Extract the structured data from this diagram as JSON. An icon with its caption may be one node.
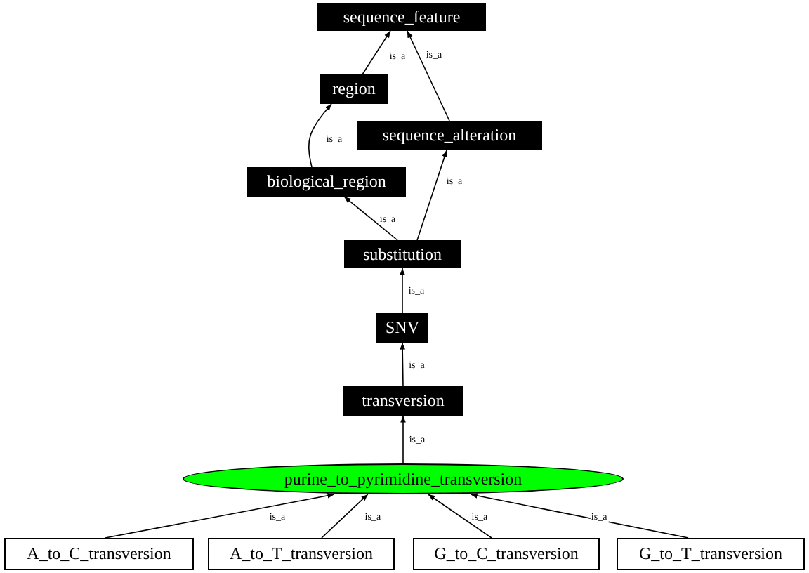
{
  "diagram": {
    "nodes": [
      {
        "text": [
          "sequence_feature"
        ]
      },
      {
        "text": [
          "region"
        ]
      },
      {
        "text": [
          "sequence_alteration"
        ]
      },
      {
        "text": [
          "biological_region"
        ]
      },
      {
        "text": [
          "substitution"
        ]
      },
      {
        "text": [
          "SNV"
        ]
      },
      {
        "text": [
          "transversion"
        ]
      },
      {
        "text": [
          "purine_to_pyrimidine_transversion"
        ]
      },
      {
        "text": [
          "A_to_C_transversion"
        ]
      },
      {
        "text": [
          "A_to_T_transversion"
        ]
      },
      {
        "text": [
          "G_to_C_transversion"
        ]
      },
      {
        "text": [
          "G_to_T_transversion"
        ]
      }
    ],
    "edges": [
      {
        "from": 8,
        "to": 7,
        "arrow": "to",
        "label": "is_a"
      },
      {
        "from": 9,
        "to": 7,
        "arrow": "to",
        "label": "is_a"
      },
      {
        "from": 10,
        "to": 7,
        "arrow": "to",
        "label": "is_a"
      },
      {
        "from": 11,
        "to": 7,
        "arrow": "to",
        "label": "is_a"
      },
      {
        "from": 7,
        "to": 6,
        "arrow": "to",
        "label": "is_a"
      },
      {
        "from": 6,
        "to": 5,
        "arrow": "to",
        "label": "is_a"
      },
      {
        "from": 5,
        "to": 4,
        "arrow": "to",
        "label": "is_a"
      },
      {
        "from": 4,
        "to": 3,
        "arrow": "to",
        "label": "is_a"
      },
      {
        "from": 4,
        "to": 2,
        "arrow": "to",
        "label": "is_a"
      },
      {
        "from": 3,
        "to": 1,
        "arrow": "to",
        "label": "is_a"
      },
      {
        "from": 1,
        "to": 0,
        "arrow": "to",
        "label": "is_a"
      },
      {
        "from": 2,
        "to": 0,
        "arrow": "to",
        "label": "is_a"
      }
    ]
  }
}
